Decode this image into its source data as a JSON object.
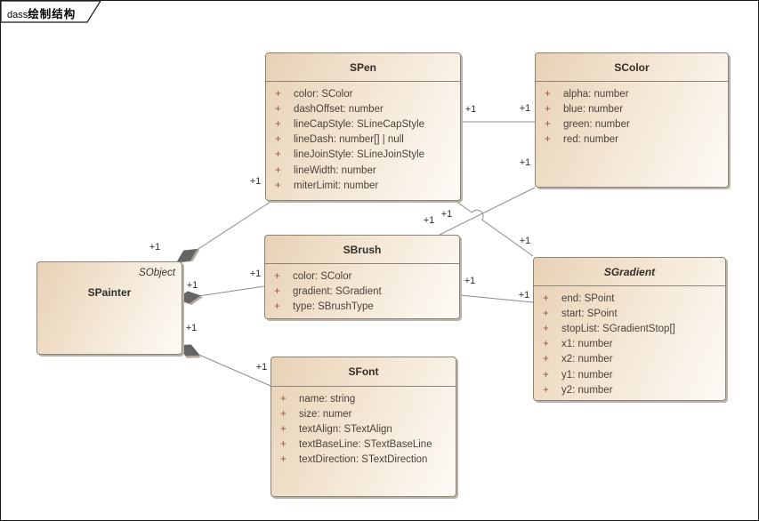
{
  "frame": {
    "keyword": "dass",
    "title": "绘制结构"
  },
  "colors": {
    "box_fill_start": "#e8d1b5",
    "box_fill_end": "#fdfbf7",
    "box_border": "#8b8577",
    "box_shadow": "#bab3a8",
    "connector_line": "#8c8c8c",
    "diamond_fill": "#646464",
    "attribute_text": "#4b423a",
    "visibility_sign": "#94573a",
    "title_text": "#332f29"
  },
  "classes": {
    "spainter": {
      "name": "SPainter",
      "corner_text": "SObject"
    },
    "spen": {
      "name": "SPen",
      "attributes": [
        {
          "vis": "+",
          "text": "color: SColor"
        },
        {
          "vis": "+",
          "text": "dashOffset: number"
        },
        {
          "vis": "+",
          "text": "lineCapStyle: SLineCapStyle"
        },
        {
          "vis": "+",
          "text": "lineDash: number[] | null"
        },
        {
          "vis": "+",
          "text": "lineJoinStyle: SLineJoinStyle"
        },
        {
          "vis": "+",
          "text": "lineWidth: number"
        },
        {
          "vis": "+",
          "text": "miterLimit: number"
        }
      ]
    },
    "scolor": {
      "name": "SColor",
      "attributes": [
        {
          "vis": "+",
          "text": "alpha: number"
        },
        {
          "vis": "+",
          "text": "blue: number"
        },
        {
          "vis": "+",
          "text": "green: number"
        },
        {
          "vis": "+",
          "text": "red: number"
        }
      ]
    },
    "sbrush": {
      "name": "SBrush",
      "attributes": [
        {
          "vis": "+",
          "text": "color: SColor"
        },
        {
          "vis": "+",
          "text": "gradient: SGradient"
        },
        {
          "vis": "+",
          "text": "type: SBrushType"
        }
      ]
    },
    "sgradient": {
      "name": "SGradient",
      "attributes": [
        {
          "vis": "+",
          "text": "end: SPoint"
        },
        {
          "vis": "+",
          "text": "start: SPoint"
        },
        {
          "vis": "+",
          "text": "stopList: SGradientStop[]"
        },
        {
          "vis": "+",
          "text": "x1: number"
        },
        {
          "vis": "+",
          "text": "x2: number"
        },
        {
          "vis": "+",
          "text": "y1: number"
        },
        {
          "vis": "+",
          "text": "y2: number"
        }
      ]
    },
    "sfont": {
      "name": "SFont",
      "attributes": [
        {
          "vis": "+",
          "text": "name: string"
        },
        {
          "vis": "+",
          "text": "size: numer"
        },
        {
          "vis": "+",
          "text": "textAlign: STextAlign"
        },
        {
          "vis": "+",
          "text": "textBaseLine: STextBaseLine"
        },
        {
          "vis": "+",
          "text": "textDirection: STextDirection"
        }
      ]
    }
  },
  "connectors": {
    "painter_pen": {
      "type": "composition",
      "source_label": "+1",
      "target_label": "+1"
    },
    "painter_brush": {
      "type": "composition",
      "source_label": "+1",
      "target_label": "+1"
    },
    "painter_font": {
      "type": "composition",
      "source_label": "+1",
      "target_label": "+1"
    },
    "pen_color": {
      "type": "association",
      "source_label": "+1",
      "target_label": "+1"
    },
    "pen_gradient": {
      "type": "association",
      "source_label": "+1",
      "target_label": "+1"
    },
    "brush_color": {
      "type": "association",
      "source_label": "+1",
      "target_label": "+1"
    },
    "brush_gradient": {
      "type": "association",
      "source_label": "+1",
      "target_label": "+1"
    }
  }
}
